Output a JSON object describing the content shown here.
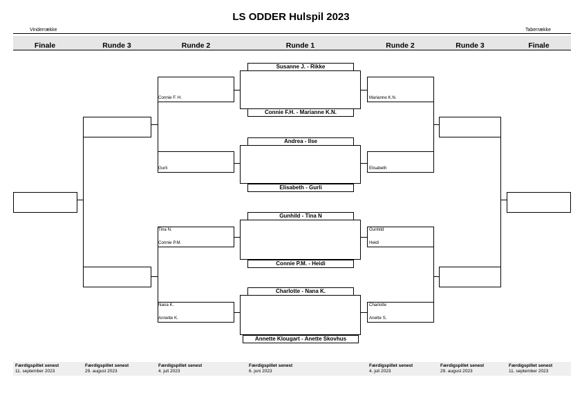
{
  "title": "LS ODDER Hulspil 2023",
  "left_side_label": "Vinderrække",
  "right_side_label": "Taberrække",
  "round_headers": [
    "Finale",
    "Runde 3",
    "Runde 2",
    "Runde 1",
    "Runde 2",
    "Runde 3",
    "Finale"
  ],
  "round1_matches": [
    {
      "top": "Susanne J. - Rikke",
      "bottom": "Connie  F.H. - Marianne K.N."
    },
    {
      "top": "Andrea - Ilse",
      "bottom": "Elisabeth - Gurli"
    },
    {
      "top": "Gunhild - Tina N",
      "bottom": "Connie P.M. - Heidi"
    },
    {
      "top": "Charlotte - Nana K.",
      "bottom": "Annette Klougart - Anette Skovhus"
    }
  ],
  "left_round2": [
    {
      "top": "Connie F. H.",
      "bottom": ""
    },
    {
      "top": "",
      "bottom": "Gurli"
    },
    {
      "top": "Tina N.",
      "bottom": "Connie P.M."
    },
    {
      "top": "Nana K.",
      "bottom": "Annette K."
    }
  ],
  "right_round2": [
    {
      "top": "Marianne K.N.",
      "bottom": ""
    },
    {
      "top": "",
      "bottom": "Elisabeth"
    },
    {
      "top": "Gunhild",
      "bottom": "Heidi"
    },
    {
      "top": "Charlotte",
      "bottom": "Anette S."
    }
  ],
  "deadlines": [
    {
      "label": "Færdigspillet senest",
      "date": "11. september 2023"
    },
    {
      "label": "Færdigspillet senest",
      "date": "29. august 2023"
    },
    {
      "label": "Færdigspillet senest",
      "date": "4. juli 2023"
    },
    {
      "label": "Færdigspillet senest",
      "date": "6. juni 2023"
    },
    {
      "label": "Færdigspillet senest",
      "date": "4. juli 2023"
    },
    {
      "label": "Færdigspillet senest",
      "date": "29. august 2023"
    },
    {
      "label": "Færdigspillet senest",
      "date": "11. september 2023"
    }
  ]
}
